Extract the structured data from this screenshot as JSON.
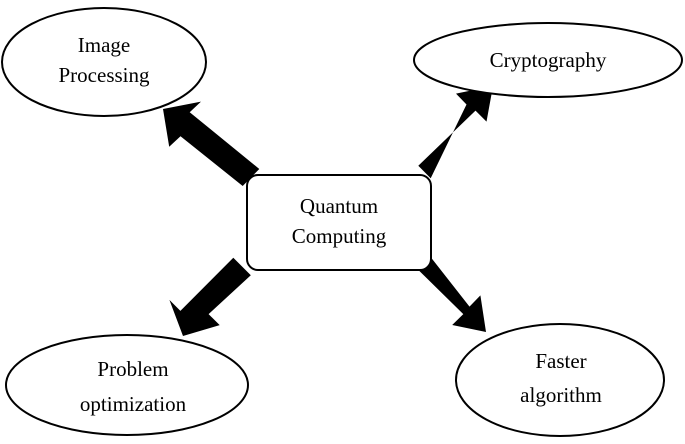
{
  "diagram": {
    "center": {
      "lines": [
        "Quantum",
        "Computing"
      ]
    },
    "nodes": {
      "top_left": {
        "lines": [
          "Image",
          "Processing"
        ]
      },
      "top_right": {
        "lines": [
          "Cryptography"
        ]
      },
      "bottom_left": {
        "lines": [
          "Problem",
          "optimization"
        ]
      },
      "bottom_right": {
        "lines": [
          "Faster",
          "algorithm"
        ]
      }
    }
  },
  "colors": {
    "stroke": "#000000",
    "arrow_fill": "#000000",
    "background": "#ffffff"
  }
}
